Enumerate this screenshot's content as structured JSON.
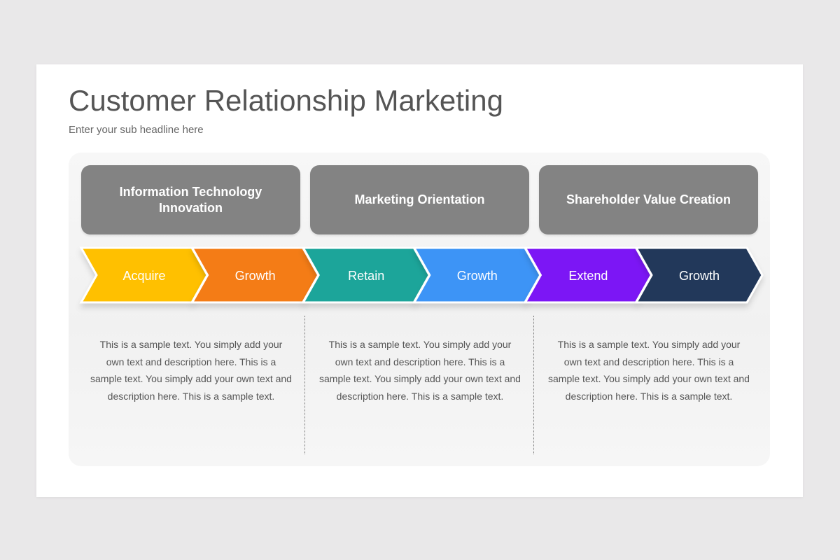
{
  "title": "Customer Relationship Marketing",
  "subtitle": "Enter your sub headline here",
  "headers": [
    "Information Technology Innovation",
    "Marketing Orientation",
    "Shareholder Value Creation"
  ],
  "steps": [
    {
      "label": "Acquire",
      "color": "#FFC000"
    },
    {
      "label": "Growth",
      "color": "#F47B14"
    },
    {
      "label": "Retain",
      "color": "#1BA59A"
    },
    {
      "label": "Growth",
      "color": "#3D94F6"
    },
    {
      "label": "Extend",
      "color": "#7B13F5"
    },
    {
      "label": "Growth",
      "color": "#22375A"
    }
  ],
  "descriptions": [
    "This is a sample text. You simply add your own text and description here. This is a sample text. You simply add your own text and description here. This is a sample text.",
    "This is a sample text. You simply add your own text and description here. This is a sample text. You simply add your own text and description here. This is a sample text.",
    "This is a sample text. You simply add your own text and description here. This is a sample text. You simply add your own text and description here. This is a sample text."
  ],
  "header_color": "#838383"
}
